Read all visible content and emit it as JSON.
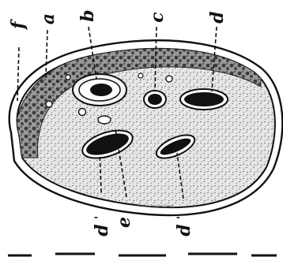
{
  "figure": {
    "labels": {
      "f": "f",
      "a": "a",
      "b": "b",
      "c": "c",
      "d": "d",
      "d_prime_left": "d",
      "d_prime_left_mark": "'",
      "e": "e",
      "d_prime_right": "d",
      "d_prime_right_mark": "'"
    },
    "colors": {
      "ink": "#111111",
      "paper": "#ffffff",
      "tissue": "#c9c9c9",
      "stipple": "#8a8a8a"
    }
  }
}
